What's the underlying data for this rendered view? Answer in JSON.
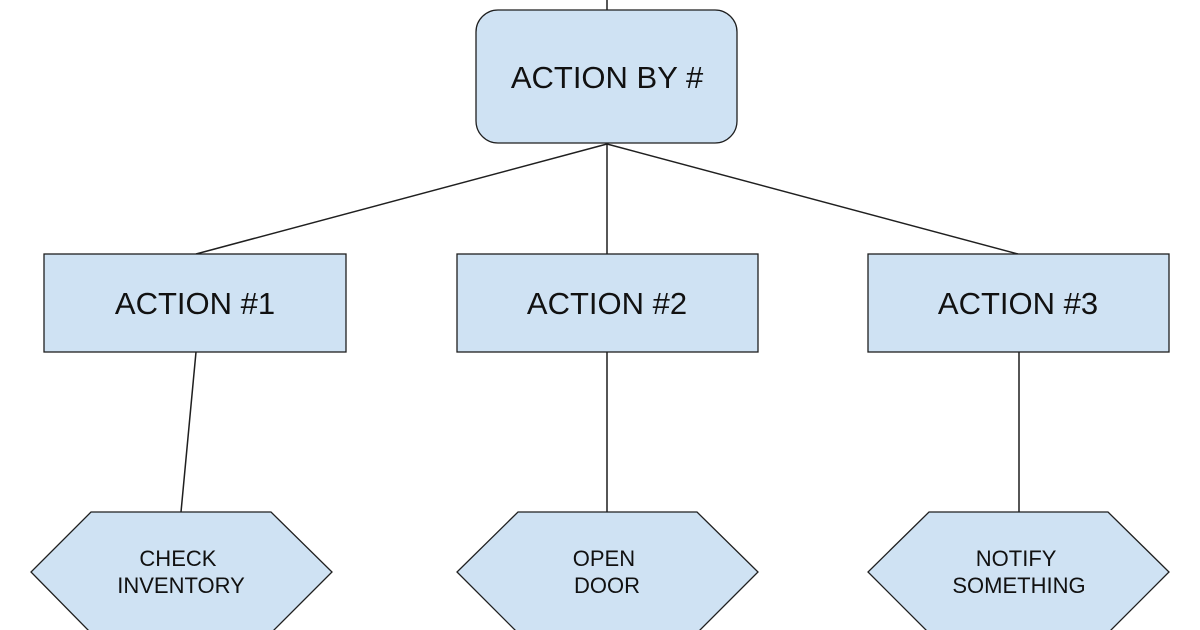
{
  "diagram": {
    "root": {
      "label": "ACTION BY #"
    },
    "actions": [
      {
        "label": "ACTION #1",
        "outcome": [
          "CHECK",
          "INVENTORY"
        ]
      },
      {
        "label": "ACTION #2",
        "outcome": [
          "OPEN",
          "DOOR"
        ]
      },
      {
        "label": "ACTION #3",
        "outcome": [
          "NOTIFY",
          "SOMETHING"
        ]
      }
    ],
    "colors": {
      "node_fill": "#cfe2f3",
      "stroke": "#1f1f1f",
      "text": "#111111",
      "background": "#ffffff"
    }
  }
}
